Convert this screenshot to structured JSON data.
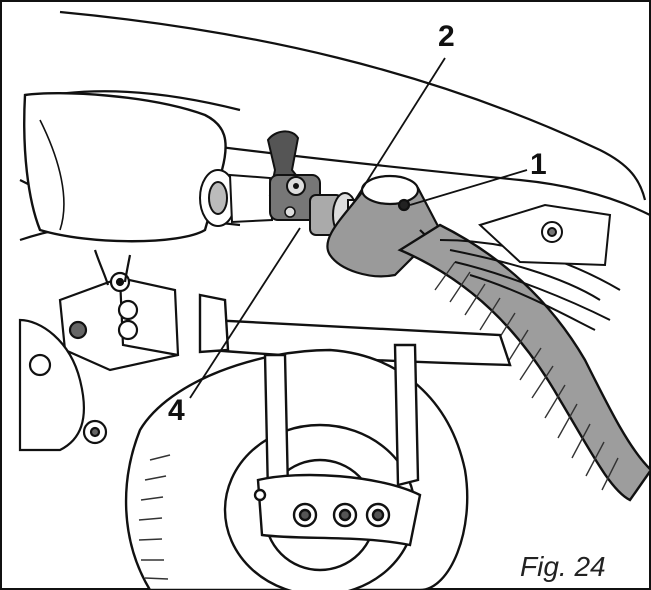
{
  "figure": {
    "caption": "Fig. 24",
    "callouts": [
      "1",
      "2",
      "4"
    ]
  },
  "colors": {
    "ink": "#111111",
    "paper": "#ffffff",
    "shade": "#8a8a8a",
    "dark_part": "#555555"
  }
}
